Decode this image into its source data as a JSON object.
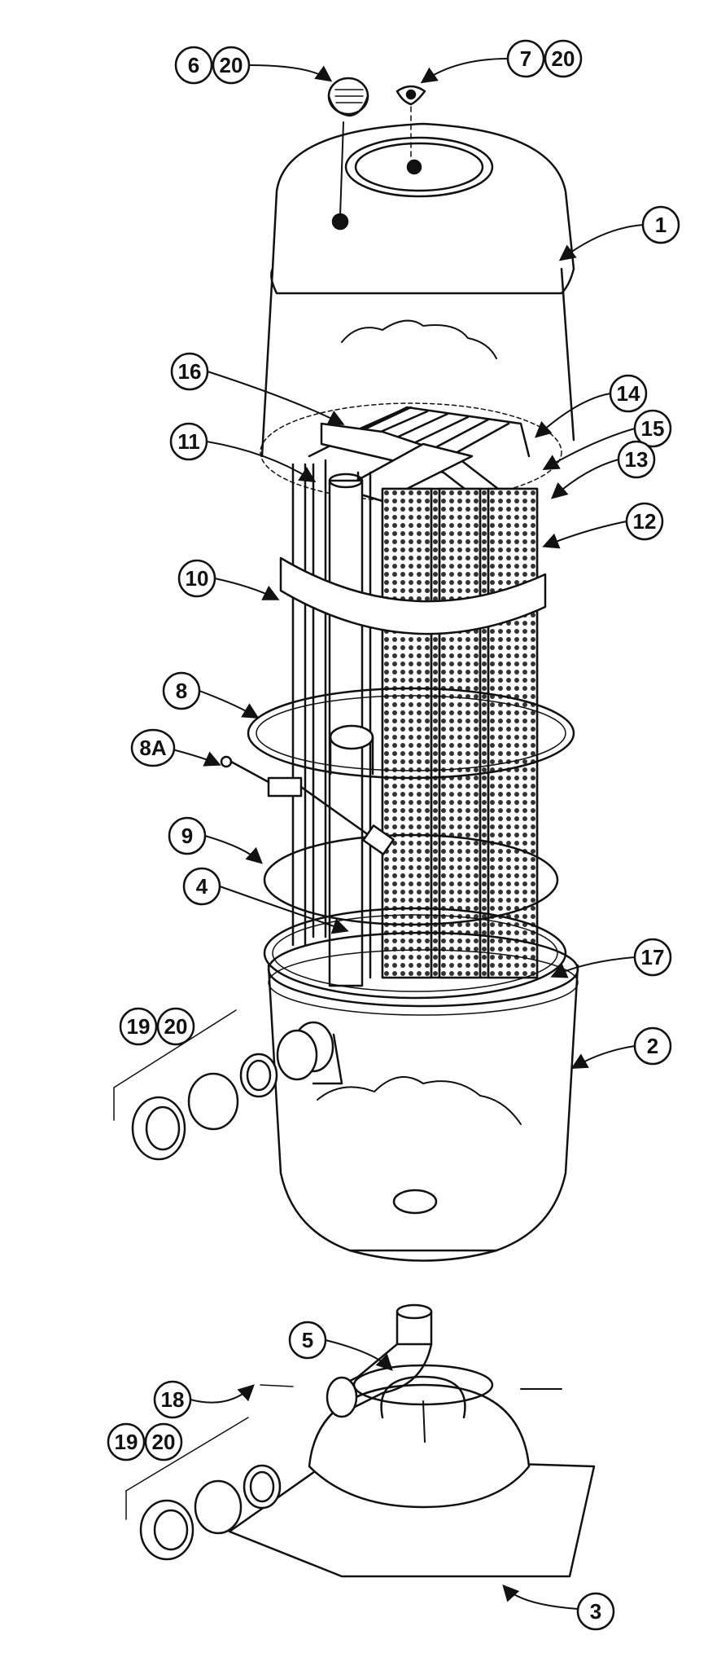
{
  "diagram": {
    "callouts": [
      {
        "id": "c6",
        "label": "6"
      },
      {
        "id": "c6b",
        "label": "20"
      },
      {
        "id": "c7",
        "label": "7"
      },
      {
        "id": "c7b",
        "label": "20"
      },
      {
        "id": "c1",
        "label": "1"
      },
      {
        "id": "c16",
        "label": "16"
      },
      {
        "id": "c14",
        "label": "14"
      },
      {
        "id": "c15",
        "label": "15"
      },
      {
        "id": "c11",
        "label": "11"
      },
      {
        "id": "c13",
        "label": "13"
      },
      {
        "id": "c12",
        "label": "12"
      },
      {
        "id": "c10",
        "label": "10"
      },
      {
        "id": "c8",
        "label": "8"
      },
      {
        "id": "c8a",
        "label": "8A"
      },
      {
        "id": "c9",
        "label": "9"
      },
      {
        "id": "c4",
        "label": "4"
      },
      {
        "id": "c17",
        "label": "17"
      },
      {
        "id": "c19",
        "label": "19"
      },
      {
        "id": "c19b",
        "label": "20"
      },
      {
        "id": "c2",
        "label": "2"
      },
      {
        "id": "c5",
        "label": "5"
      },
      {
        "id": "c18",
        "label": "18"
      },
      {
        "id": "c19c",
        "label": "19"
      },
      {
        "id": "c19d",
        "label": "20"
      },
      {
        "id": "c3",
        "label": "3"
      }
    ]
  }
}
